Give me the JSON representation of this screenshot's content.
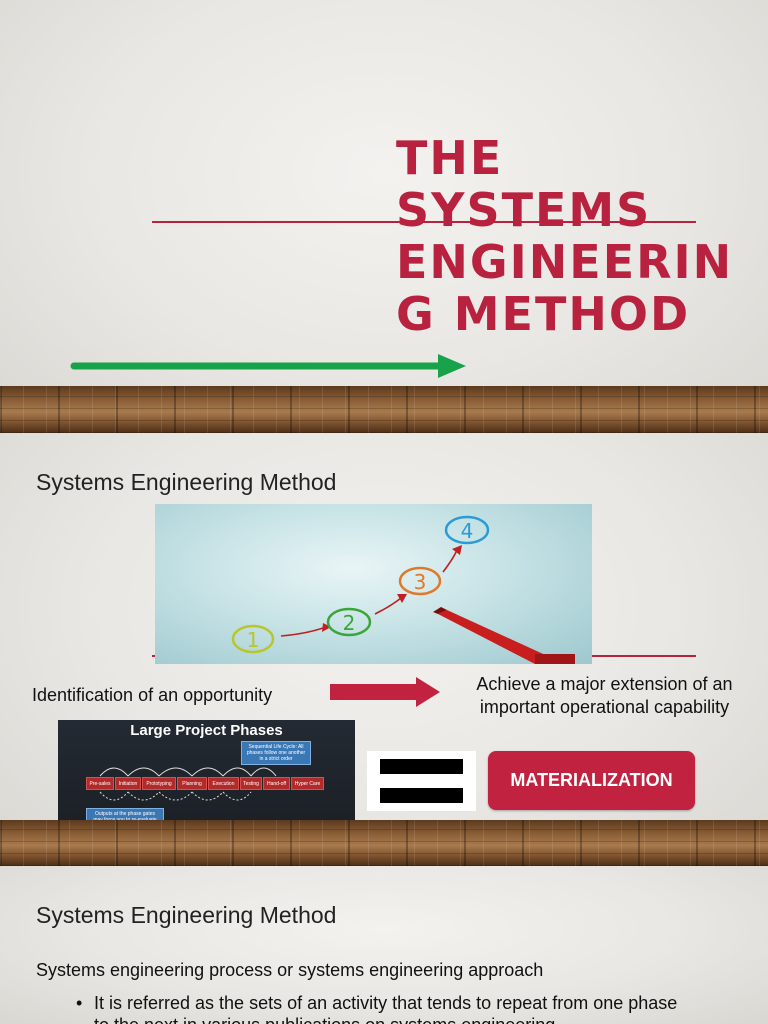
{
  "slide1": {
    "title": "THE\nSYSTEMS\nENGINEERIN\nG METHOD",
    "accent_color": "#b8223f",
    "arrow_color": "#18a34a"
  },
  "slide2": {
    "heading": "Systems Engineering Method",
    "photo": {
      "steps": [
        "1",
        "2",
        "3",
        "4"
      ],
      "step_colors": [
        "#b7c62a",
        "#3aa639",
        "#e0782a",
        "#2b9bd6"
      ]
    },
    "left_text": "Identification of an opportunity",
    "right_text_line1": "Achieve a major extension of an",
    "right_text_line2": "important operational capability",
    "phases_image": {
      "title": "Large Project Phases",
      "phases": [
        "Pre-sales",
        "Initiation",
        "Prototyping",
        "Planning",
        "Execution",
        "Testing",
        "Hand-off",
        "Hyper Care"
      ],
      "callout_top": "Sequential Life Cycle: All phases follow one another in a strict order",
      "callout_bottom": "Outputs at the phase gates may force you to re-evaluate your work in previous phases"
    },
    "button_label": "MATERIALIZATION",
    "button_color": "#c0223f"
  },
  "slide3": {
    "heading": "Systems Engineering Method",
    "subheading": "Systems engineering process or systems engineering approach",
    "bullet_line1": "It is referred as the sets of an activity that tends to repeat from one phase",
    "bullet_line2": "to the next in various publications on systems engineering"
  }
}
